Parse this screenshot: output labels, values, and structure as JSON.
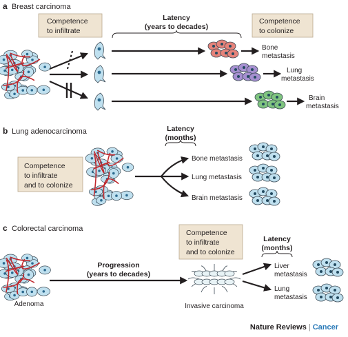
{
  "panel_a": {
    "letter": "a",
    "title": "Breast carcinoma",
    "box_left": [
      "Competence",
      "to infiltrate"
    ],
    "latency": [
      "Latency",
      "(years to decades)"
    ],
    "box_right": [
      "Competence",
      "to colonize"
    ],
    "targets": [
      [
        "Bone",
        "metastasis"
      ],
      [
        "Lung",
        "metastasis"
      ],
      [
        "Brain",
        "metastasis"
      ]
    ],
    "target_colors": [
      "#e6837a",
      "#a58fd0",
      "#7fc47f"
    ]
  },
  "panel_b": {
    "letter": "b",
    "title": "Lung adenocarcinoma",
    "box": [
      "Competence",
      "to infiltrate",
      "and to colonize"
    ],
    "latency": [
      "Latency",
      "(months)"
    ],
    "targets": [
      "Bone metastasis",
      "Lung metastasis",
      "Brain metastasis"
    ]
  },
  "panel_c": {
    "letter": "c",
    "title": "Colorectal carcinoma",
    "box": [
      "Competence",
      "to infiltrate",
      "and to colonize"
    ],
    "progression": [
      "Progression",
      "(years to decades)"
    ],
    "latency": [
      "Latency",
      "(months)"
    ],
    "adenoma": "Adenoma",
    "invasive": "Invasive carcinoma",
    "targets": [
      [
        "Liver",
        "metastasis"
      ],
      [
        "Lung",
        "metastasis"
      ]
    ]
  },
  "footer": {
    "journal": "Nature Reviews",
    "separator": "|",
    "section": "Cancer"
  },
  "colors": {
    "cell": "#bfe0ef",
    "vessel": "#c0282d",
    "box": "#efe4d2"
  }
}
